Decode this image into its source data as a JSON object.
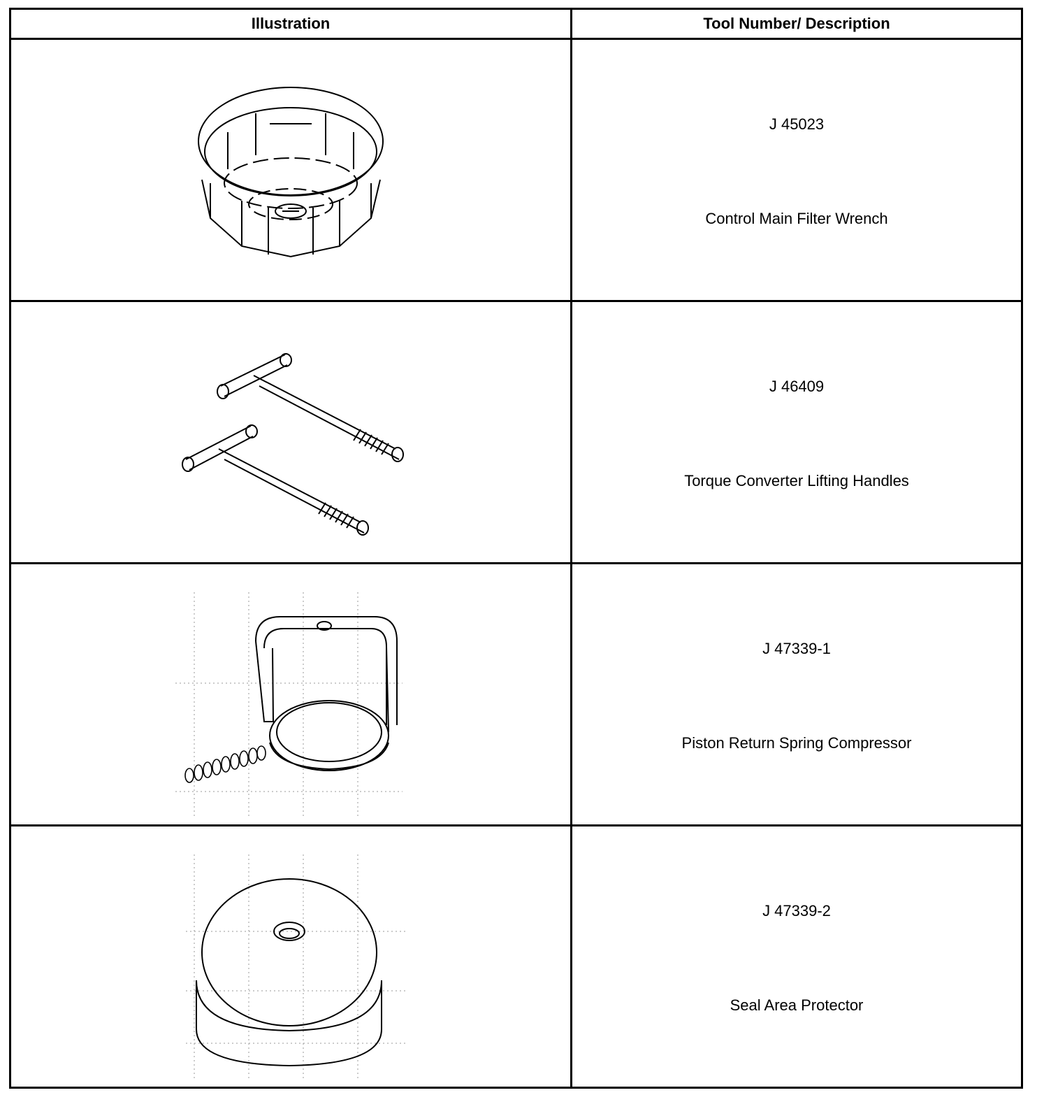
{
  "table": {
    "headers": {
      "illustration": "Illustration",
      "tool": "Tool Number/ Description"
    },
    "rows": [
      {
        "tool_number": "J 45023",
        "description": "Control Main Filter Wrench",
        "icon": "filter-wrench-icon"
      },
      {
        "tool_number": "J 46409",
        "description": "Torque Converter Lifting Handles",
        "icon": "lifting-handles-icon"
      },
      {
        "tool_number": "J 47339-1",
        "description": "Piston Return Spring Compressor",
        "icon": "spring-compressor-icon"
      },
      {
        "tool_number": "J 47339-2",
        "description": "Seal Area Protector",
        "icon": "seal-protector-icon"
      }
    ]
  }
}
